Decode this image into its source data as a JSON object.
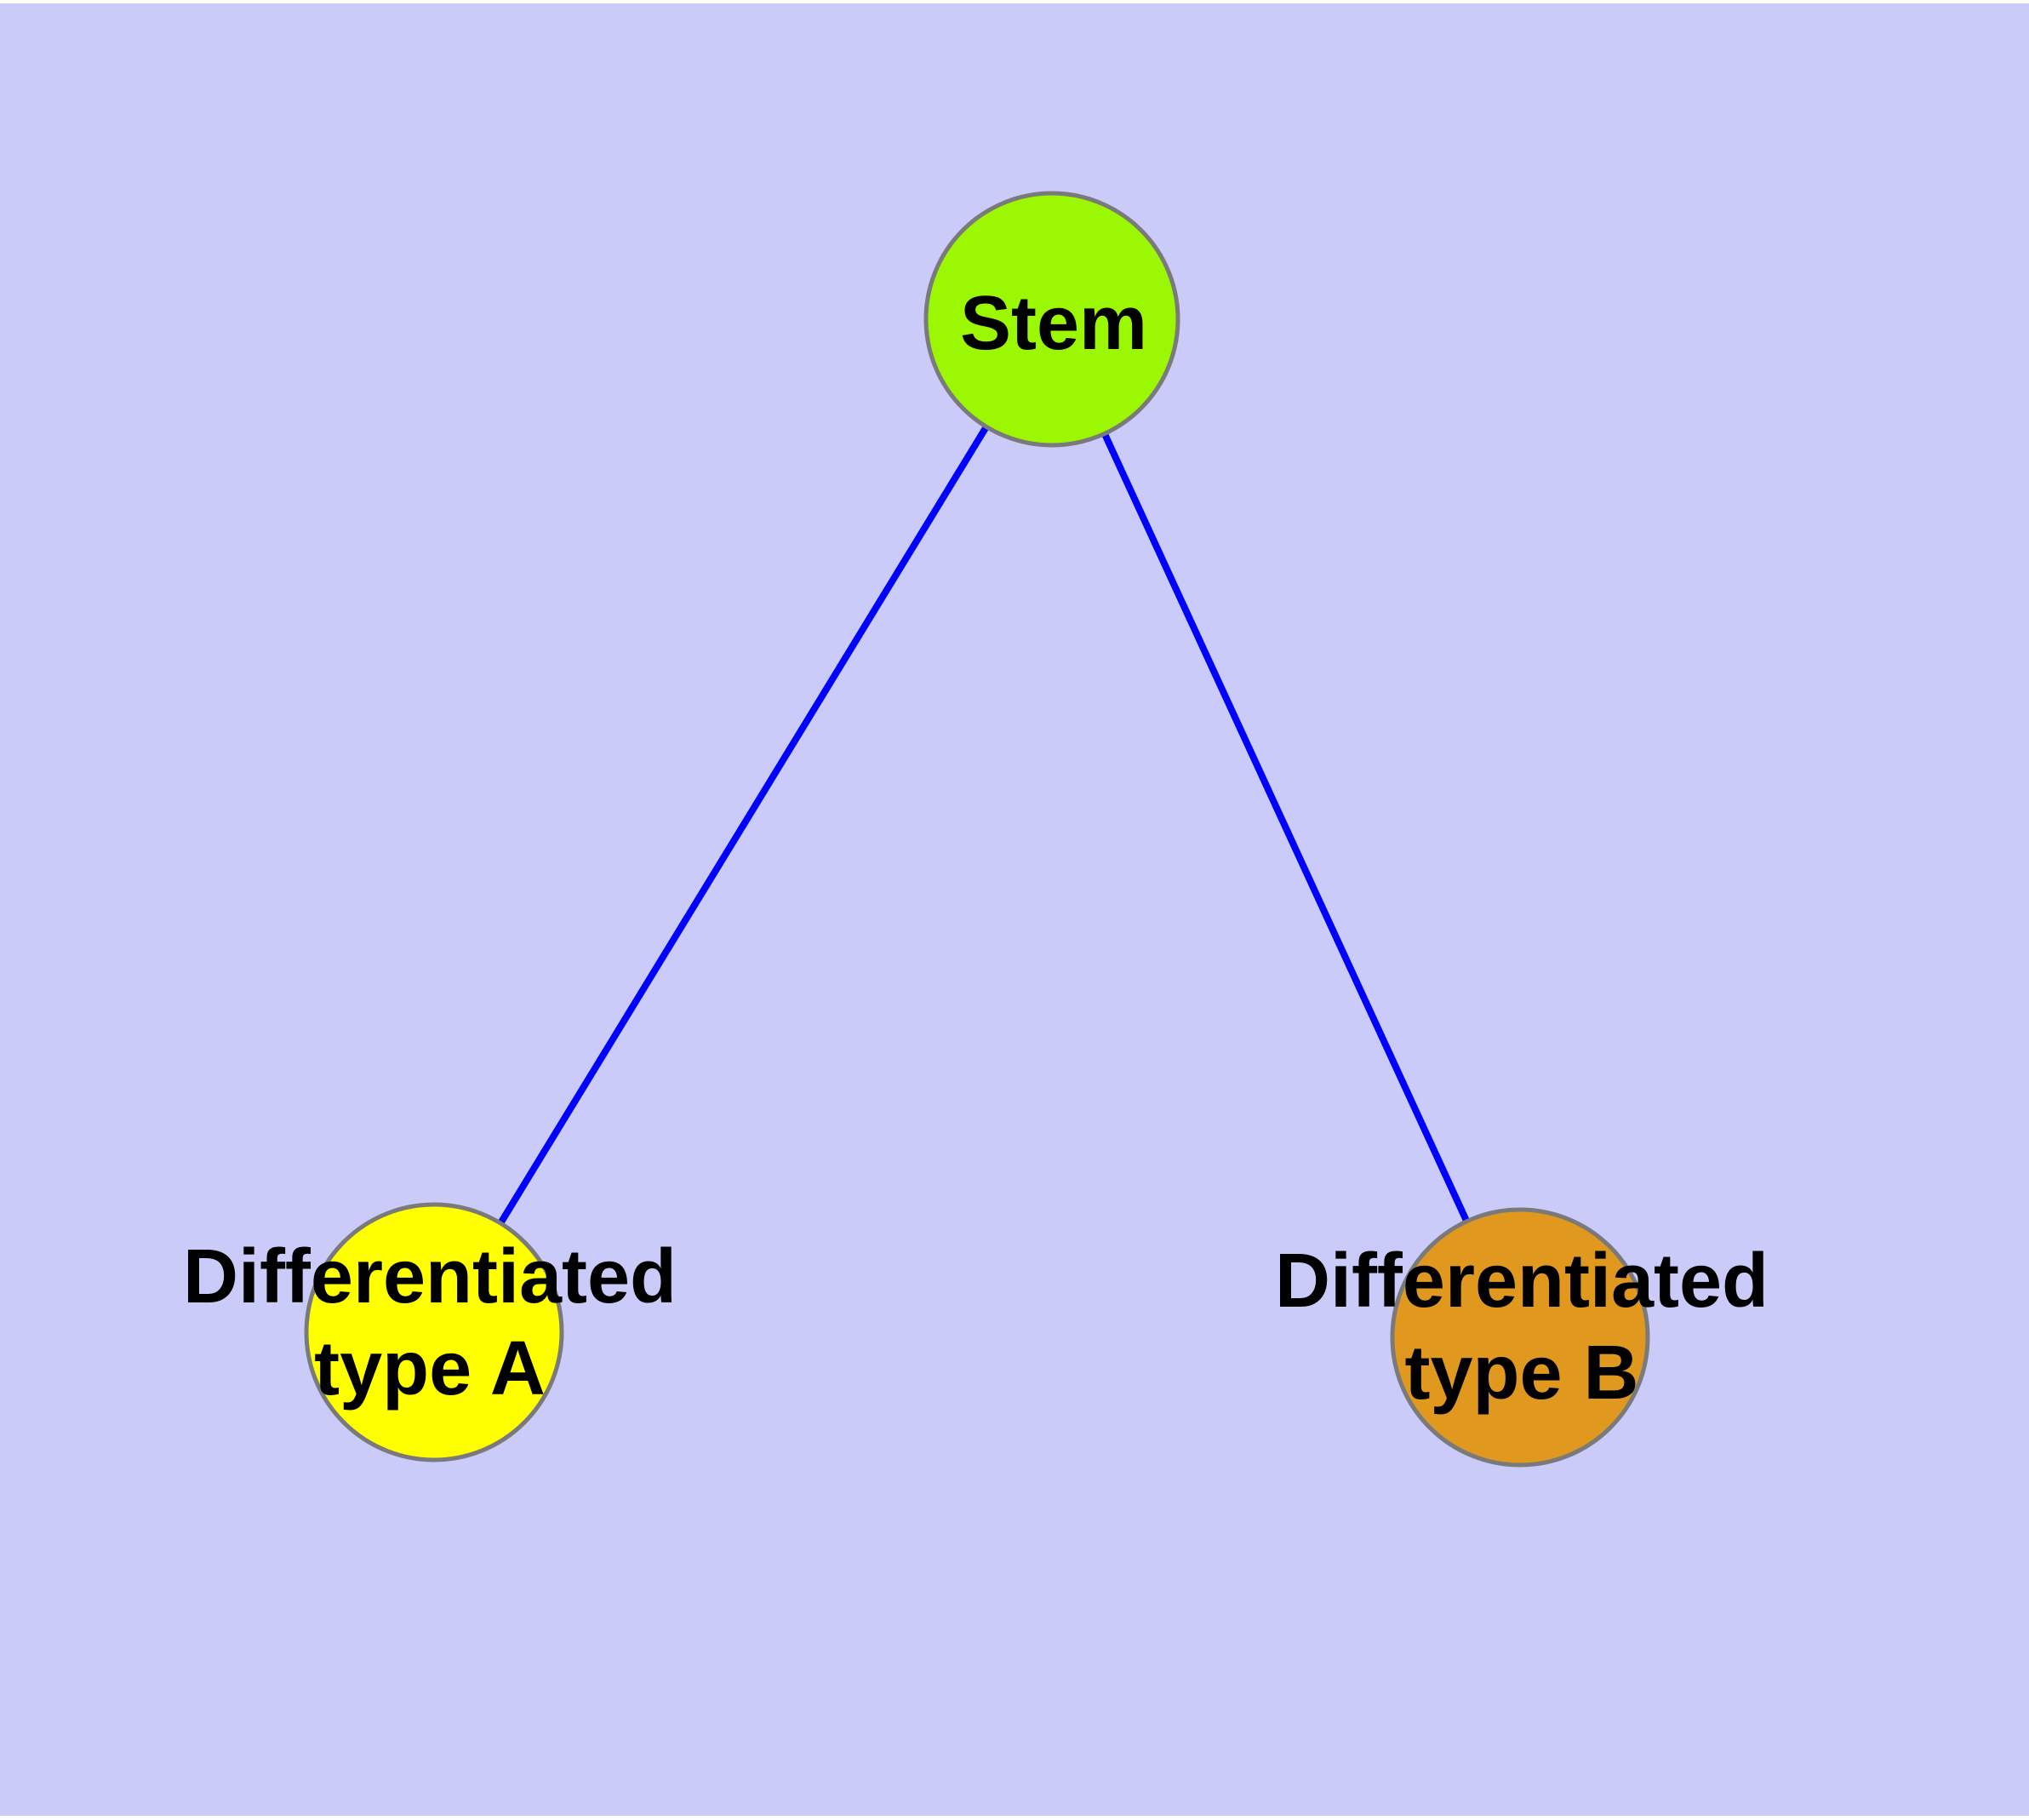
{
  "diagram": {
    "colors": {
      "background": "#CBCBFA",
      "page_margin": "#FFFFFF",
      "edge": "#0000FF",
      "node_border": "#7A7A7A",
      "text": "#000000"
    },
    "nodes": [
      {
        "id": "stem",
        "label": "Stem",
        "fill": "#9BF702"
      },
      {
        "id": "differentiated-type-a",
        "label": "Differentiated type A",
        "label_lines": [
          "Differentiated",
          "type A"
        ],
        "fill": "#FFFF00"
      },
      {
        "id": "differentiated-type-b",
        "label": "Differentiated type B",
        "label_lines": [
          "Differentiated",
          "type B"
        ],
        "fill": "#E0981F"
      }
    ],
    "edges": [
      {
        "from": "stem",
        "to": "differentiated-type-a"
      },
      {
        "from": "stem",
        "to": "differentiated-type-b"
      }
    ]
  }
}
